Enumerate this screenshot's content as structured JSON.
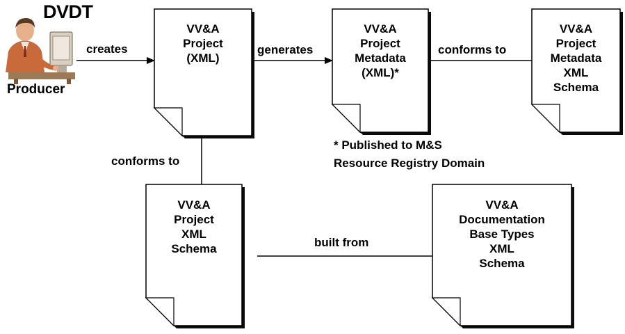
{
  "actor": {
    "title": "DVDT",
    "role": "Producer",
    "icon": "person-at-computer-icon"
  },
  "documents": {
    "project_xml": [
      "VV&A",
      "Project",
      "(XML)"
    ],
    "project_metadata": [
      "VV&A",
      "Project",
      "Metadata",
      "(XML)*"
    ],
    "metadata_schema": [
      "VV&A",
      "Project",
      "Metadata",
      "XML",
      "Schema"
    ],
    "project_schema": [
      "VV&A",
      "Project",
      "XML",
      "Schema"
    ],
    "base_types_schema": [
      "VV&A",
      "Documentation",
      "Base Types",
      "XML",
      "Schema"
    ]
  },
  "connectors": {
    "creates": "creates",
    "generates": "generates",
    "conforms_to_metadata": "conforms to",
    "conforms_to_project": "conforms to",
    "built_from": "built from"
  },
  "footnote": {
    "line1": "* Published to M&S",
    "line2": "Resource Registry Domain"
  }
}
